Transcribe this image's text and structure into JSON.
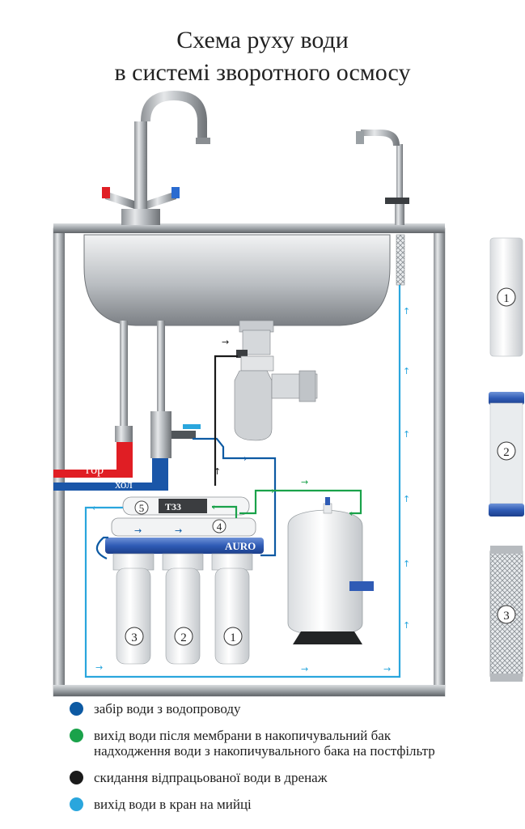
{
  "title": {
    "line1": "Схема руху води",
    "line2": "в системі зворотного осмосу"
  },
  "labels": {
    "hot": "гор",
    "cold": "хол",
    "filter_1": "1",
    "filter_2": "2",
    "filter_3": "3",
    "filter_4": "4",
    "filter_5": "5",
    "cart_1": "1",
    "cart_2": "2",
    "cart_3": "3",
    "brand": "AURO",
    "postfilter_brand": "T33"
  },
  "colors": {
    "intake": "#0d5aa3",
    "membrane_out": "#1aa24a",
    "drain": "#1a1a1a",
    "tap_out": "#2aa6dd",
    "hot_pipe": "#e01e24",
    "cold_pipe": "#1a56a8"
  },
  "legend": [
    {
      "color": "#0d5aa3",
      "text": "забір води з водопроводу"
    },
    {
      "color": "#1aa24a",
      "text": "вихід води після мембрани в накопичувальний бак",
      "text2": "надходження води з накопичувального бака на постфільтр"
    },
    {
      "color": "#1a1a1a",
      "text": "скидання відпрацьованої води в дренаж"
    },
    {
      "color": "#2aa6dd",
      "text": "вихід води в кран на мийці"
    }
  ]
}
